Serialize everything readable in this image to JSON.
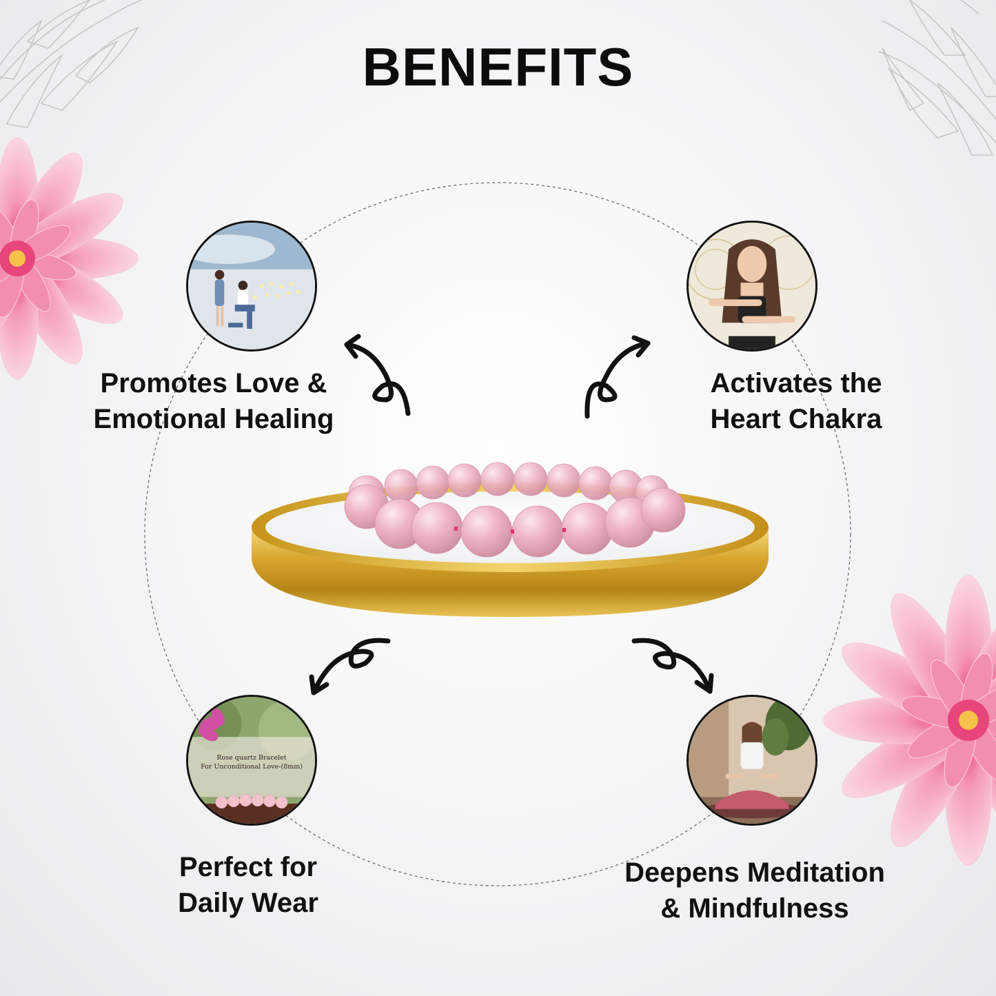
{
  "page": {
    "title": "BENEFITS"
  },
  "benefits": [
    {
      "line1": "Promotes Love &",
      "line2": "Emotional Healing",
      "photo_icon": "proposal-photo-icon"
    },
    {
      "line1": "Activates the",
      "line2": "Heart Chakra",
      "photo_icon": "woman-heart-gesture-photo-icon"
    },
    {
      "line1": "Perfect for",
      "line2": "Daily Wear",
      "photo_icon": "bracelet-product-photo-icon"
    },
    {
      "line1": "Deepens Meditation",
      "line2": "& Mindfulness",
      "photo_icon": "meditation-photo-icon"
    }
  ],
  "product_photo_caption": {
    "line1": "Rose quartz Bracelet",
    "line2": "For Unconditional Love-(8mm)"
  },
  "colors": {
    "title": "#0c0c0c",
    "bead_pink": "#eeb3c3",
    "gold": "#d4a52d",
    "flower_pink": "#f4a9bf",
    "flower_center": "#e8457a"
  },
  "decorations": [
    "lotus-outline-icon",
    "pink-dahlia-icon",
    "curved-arrow-icon",
    "gold-plate",
    "rose-quartz-bracelet"
  ]
}
